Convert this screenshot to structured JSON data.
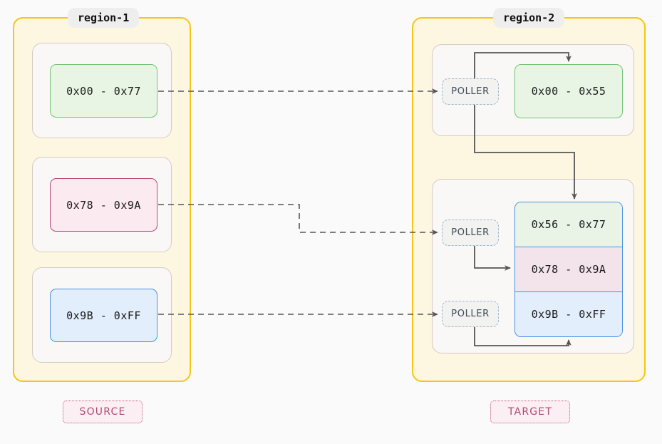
{
  "diagram": {
    "title_regions": [
      "region-1",
      "region-2"
    ],
    "source": {
      "region_label": "region-1",
      "legend_tag": "SOURCE",
      "blocks": [
        {
          "name": "source-range-green",
          "label": "0x00 - 0x77",
          "color": "#74c476",
          "fill": "#e8f5e4"
        },
        {
          "name": "source-range-pink",
          "label": "0x78 - 0x9A",
          "color": "#b8477a",
          "fill": "#fbeaf0"
        },
        {
          "name": "source-range-blue",
          "label": "0x9B - 0xFF",
          "color": "#4a90e2",
          "fill": "#e3eefc"
        }
      ]
    },
    "target": {
      "region_label": "region-2",
      "legend_tag": "TARGET",
      "poller_label": "POLLER",
      "pollers": [
        "POLLER",
        "POLLER",
        "POLLER"
      ],
      "top_block": {
        "name": "target-range-green",
        "label": "0x00 - 0x55",
        "color": "#74c476",
        "fill": "#e8f5e4"
      },
      "stack_blocks": [
        {
          "name": "target-stack-green",
          "label": "0x56 - 0x77",
          "fill": "#e9f4e6"
        },
        {
          "name": "target-stack-pink",
          "label": "0x78 - 0x9A",
          "fill": "#f3e3ea"
        },
        {
          "name": "target-stack-blue",
          "label": "0x9B - 0xFF",
          "fill": "#e3eefc"
        }
      ]
    },
    "colors": {
      "region_border": "#f5c518",
      "region_fill": "#fdf6e0",
      "card_fill": "#f9f8f7",
      "card_border": "#d9c9c4",
      "edge": "#555555",
      "poller_border": "#9fb6cd",
      "tag_text": "#b04a74",
      "background": "#fafafa"
    }
  }
}
